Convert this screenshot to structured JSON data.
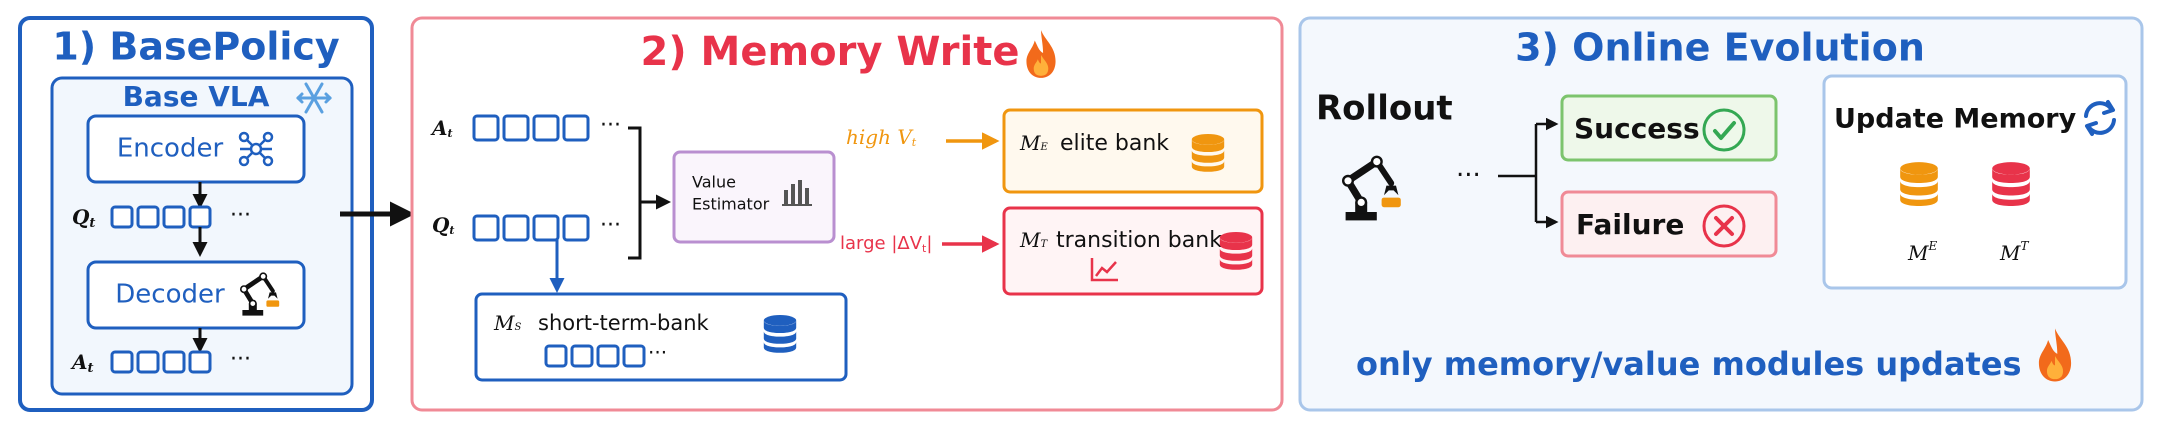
{
  "colors": {
    "blue": "#1f5fbf",
    "blue_dark": "#163f8c",
    "red": "#e8334a",
    "orange": "#f0960f",
    "purple": "#b98fd0",
    "green": "#34a853",
    "light_blue_fill": "#f2f7fd",
    "panel3_border": "#a9c6ea",
    "panel3_fill": "#f4f8fd",
    "panel2_border": "#f08a96"
  },
  "panel1": {
    "title": "1) BasePolicy",
    "vla_label": "Base VLA",
    "vla_icon": "snowflake-icon",
    "encoder_label": "Encoder",
    "encoder_icon": "network-icon",
    "decoder_label": "Decoder",
    "decoder_icon": "robot-arm-icon",
    "q_label": "Q",
    "q_sub": "t",
    "a_label": "A",
    "a_sub": "t",
    "ellipsis": "···"
  },
  "panel2": {
    "title": "2) Memory Write",
    "title_icon": "fire-icon",
    "a_label": "A",
    "a_sub": "t",
    "q_label": "Q",
    "q_sub": "t",
    "ellipsis": "···",
    "value_estimator_line1": "Value",
    "value_estimator_line2": "Estimator",
    "value_estimator_icon": "bar-chart-icon",
    "high_v_label": "high V",
    "high_v_sub": "t",
    "large_dv_label": "large |ΔV",
    "large_dv_sub": "t",
    "large_dv_close": "|",
    "elite_m": "M",
    "elite_m_sub": "E",
    "elite_label": "elite bank",
    "transition_m": "M",
    "transition_m_sub": "T",
    "transition_label": "transition bank",
    "transition_icon": "trend-icon",
    "short_m": "M",
    "short_m_sub": "S",
    "short_label": "short-term-bank",
    "short_ellipsis": "···",
    "db_icon": "database-icon"
  },
  "panel3": {
    "title": "3)  Online Evolution",
    "rollout_label": "Rollout",
    "rollout_icon": "robot-arm-icon",
    "ellipsis": "···",
    "success_label": "Success",
    "success_icon": "check-circle-icon",
    "failure_label": "Failure",
    "failure_icon": "x-circle-icon",
    "update_label": "Update Memory",
    "update_icon": "refresh-icon",
    "me_label": "M",
    "me_sup": "E",
    "mt_label": "M",
    "mt_sup": "T",
    "footer": "only memory/value modules updates",
    "footer_icon": "fire-icon"
  }
}
